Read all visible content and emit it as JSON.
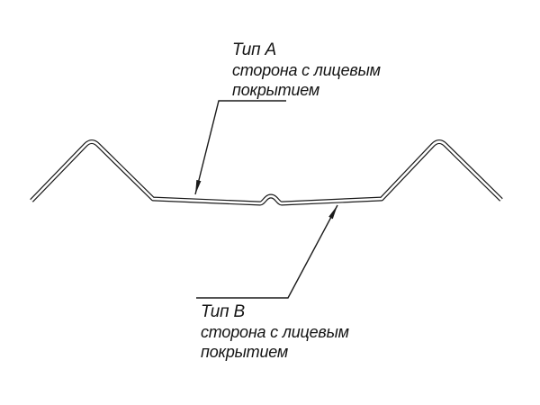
{
  "labels": {
    "type_a": {
      "title": "Тип A",
      "desc_line1": "сторона с лицевым",
      "desc_line2": "покрытием"
    },
    "type_b": {
      "title": "Тип B",
      "desc_line1": "сторона с лицевым",
      "desc_line2": "покрытием"
    }
  },
  "colors": {
    "line": "#1a1a1a",
    "background": "#ffffff"
  }
}
